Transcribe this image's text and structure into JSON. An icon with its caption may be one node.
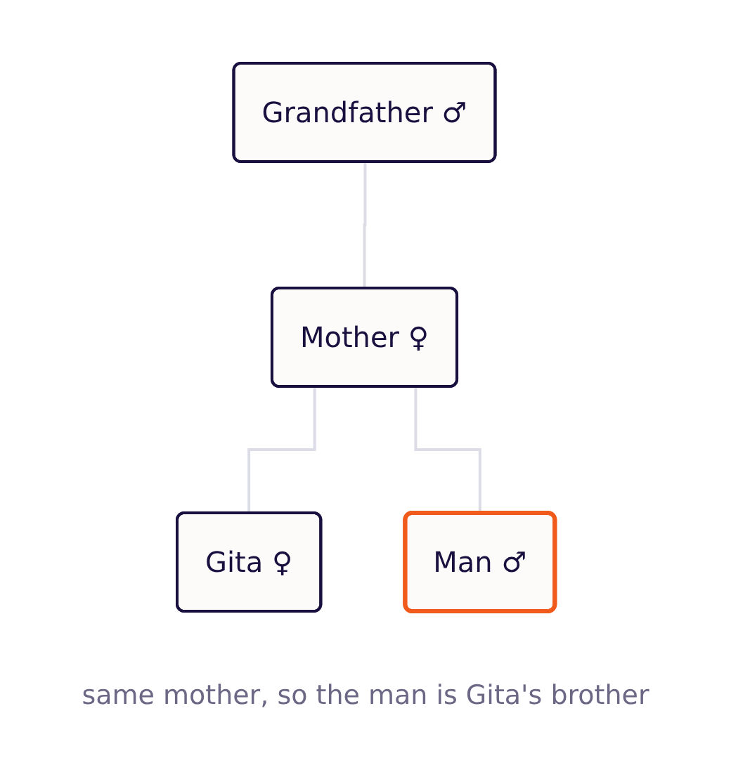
{
  "diagram": {
    "caption": "same mother, so the man is Gita's brother",
    "nodes": [
      {
        "text": [
          "Grandfather ♂"
        ]
      },
      {
        "text": [
          "Mother ♀"
        ]
      },
      {
        "text": [
          "Gita ♀"
        ]
      },
      {
        "text": [
          "Man ♂"
        ]
      }
    ],
    "edges": [
      {
        "from": 0,
        "to": 1,
        "arrow": "none"
      },
      {
        "from": 1,
        "to": 2,
        "arrow": "none"
      },
      {
        "from": 1,
        "to": 3,
        "arrow": "none"
      }
    ]
  }
}
